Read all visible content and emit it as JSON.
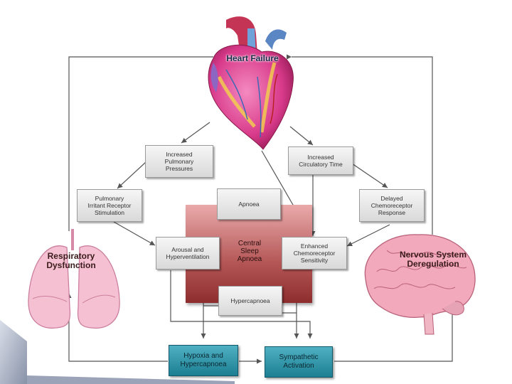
{
  "title": "Heart Failure",
  "organs": {
    "lungs": "Respiratory\nDysfunction",
    "brain": "Nervous System\nDeregulation"
  },
  "boxes": {
    "increased_pulmonary_pressures": "Increased\nPulmonary\nPressures",
    "increased_circulatory_time": "Increased\nCirculatory Time",
    "pulmonary_irritant_receptor": "Pulmonary\nIrritant Receptor\nStimulation",
    "delayed_chemoreceptor": "Delayed\nChemoreceptor\nResponse",
    "apnoea": "Apnoea",
    "arousal_hyperventilation": "Arousal and\nHyperventilation",
    "enhanced_chemoreceptor": "Enhanced\nChemoreceptor\nSensitivity",
    "hypercapnoea": "Hypercapnoea",
    "central_sleep_apnoea": "Central\nSleep\nApnoea",
    "hypoxia_hypercapnoea": "Hypoxia and\nHypercapnoea",
    "sympathetic_activation": "Sympathetic\nActivation"
  },
  "colors": {
    "arrow": "#555555",
    "teal": "#2a8fa3",
    "panel_red": "#a84444",
    "heart": "#d9328a",
    "lungs": "#f2b8cc",
    "brain": "#f0a7b8"
  }
}
